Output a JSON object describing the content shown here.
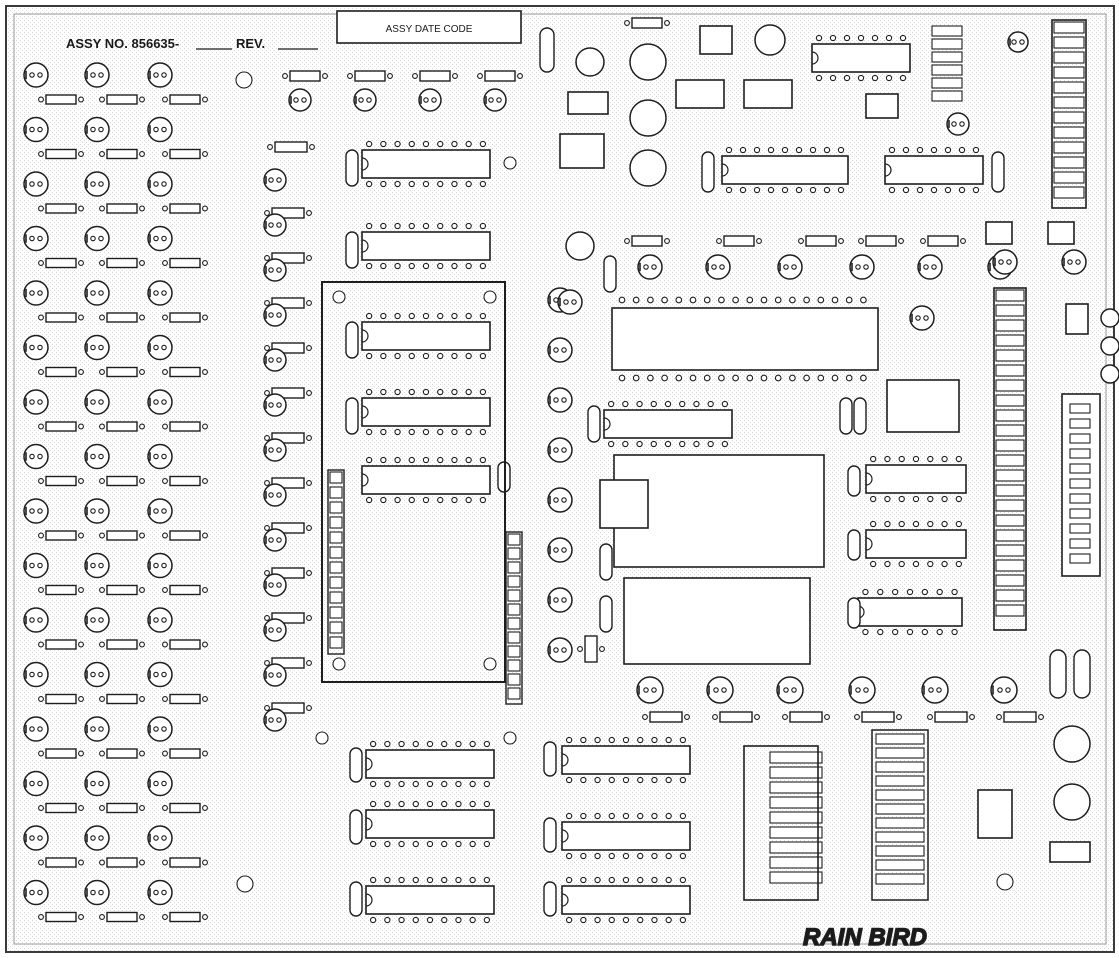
{
  "board": {
    "assy_no_label": "ASSY NO. 856635-",
    "rev_label": "REV.",
    "assy_date_code": "ASSY DATE CODE",
    "logo_text": "RAIN BIRD"
  },
  "colors": {
    "silkscreen": "#1e1e1e",
    "background": "#ffffff",
    "hatch": "#cfcfcf"
  }
}
